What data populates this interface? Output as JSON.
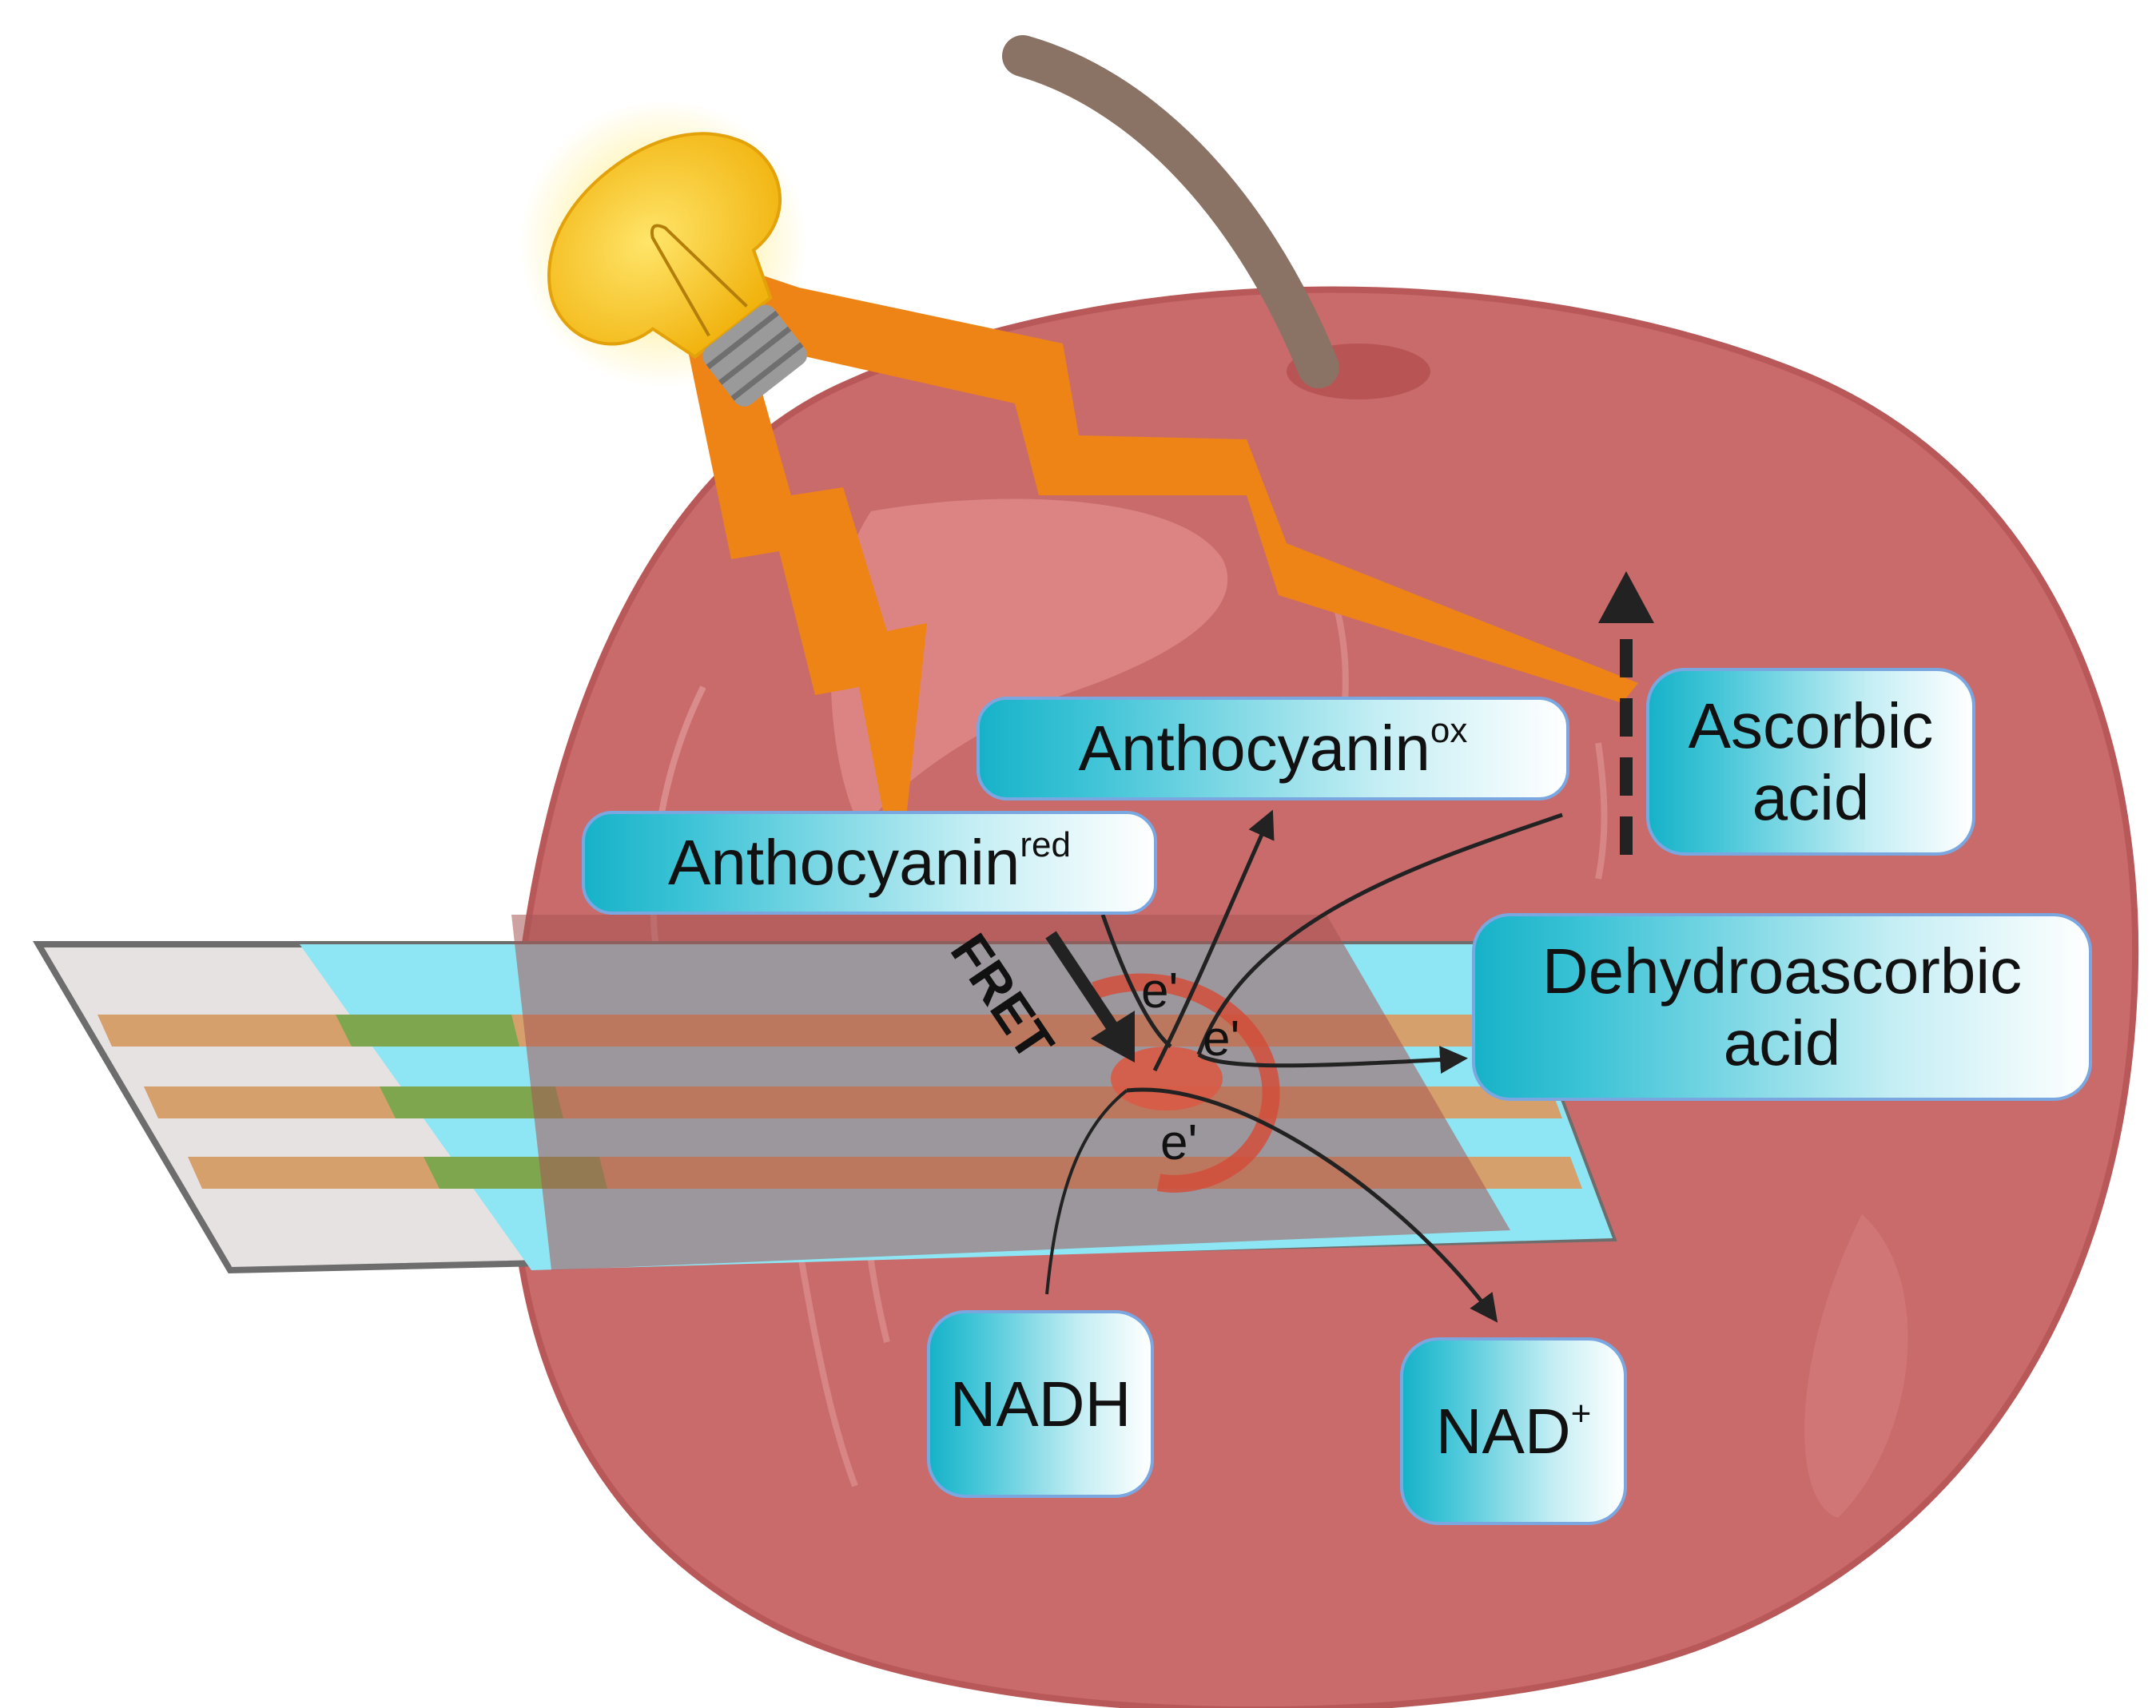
{
  "labels": {
    "anthocyanin_ox": "Anthocyanin",
    "anthocyanin_ox_sup": "ox",
    "anthocyanin_red": "Anthocyanin",
    "anthocyanin_red_sup": "red",
    "ascorbic_line1": "Ascorbic",
    "ascorbic_line2": "acid",
    "dehydro_line1": "Dehydroascorbic",
    "dehydro_line2": "acid",
    "nadh": "NADH",
    "nad": "NAD",
    "nad_sup": "+",
    "fret": "FRET",
    "electron": "e'"
  },
  "colors": {
    "apple": "#c96b6b",
    "apple_highlight": "#d98282",
    "stem": "#8a7265",
    "bolt": "#ee8416",
    "bulb": "#f6c21c",
    "strip_blue": "#8ee6f4",
    "strip_stripe": "#d5a06c",
    "strip_green": "#7da64f",
    "box_teal": "#17b2c8"
  }
}
